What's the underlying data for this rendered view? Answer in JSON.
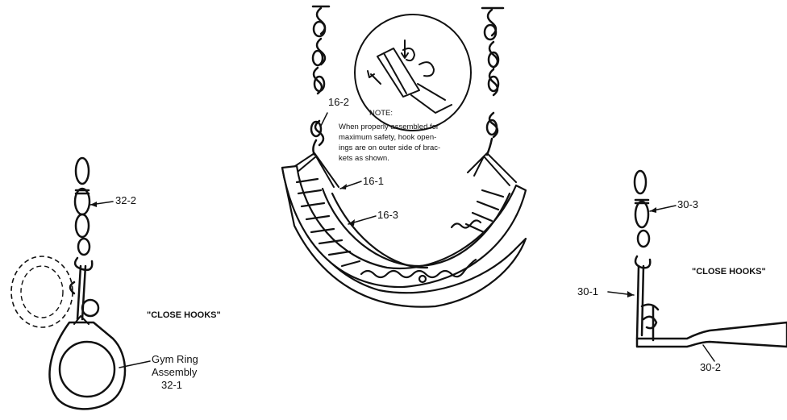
{
  "labels": {
    "part_16_2": "16-2",
    "part_16_1": "16-1",
    "part_16_3": "16-3",
    "part_32_2": "32-2",
    "part_32_1": "32-1",
    "gym_ring_line1": "Gym Ring",
    "gym_ring_line2": "Assembly",
    "close_hooks_left": "\"CLOSE HOOKS\"",
    "close_hooks_right": "\"CLOSE HOOKS\"",
    "part_30_3": "30-3",
    "part_30_1": "30-1",
    "part_30_2": "30-2"
  },
  "note": {
    "heading": "NOTE:",
    "line1": "When properly assembled for",
    "line2": "maximum safety, hook open-",
    "line3": "ings are on outer side of brac-",
    "line4": "kets as shown."
  }
}
